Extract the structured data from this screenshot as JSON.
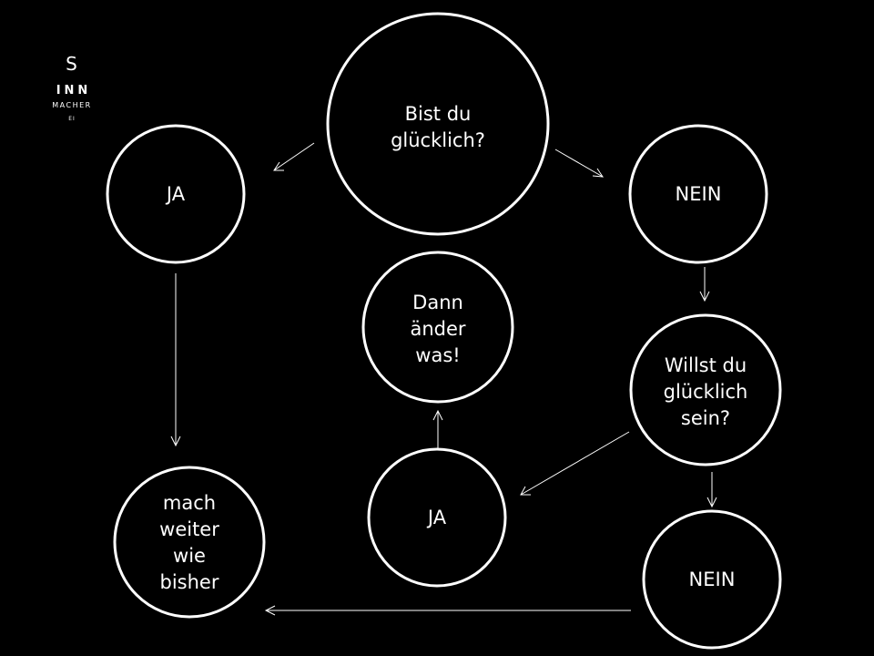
{
  "logo": {
    "line1": "S",
    "line2": "INN",
    "line3": "MACHER",
    "line4": "EI"
  },
  "nodes": {
    "start": {
      "lines": [
        "Bist du",
        "glücklich?"
      ]
    },
    "ja1": {
      "lines": [
        "JA"
      ]
    },
    "nein1": {
      "lines": [
        "NEIN"
      ]
    },
    "result_continue": {
      "lines": [
        "mach",
        "weiter",
        "wie",
        "bisher"
      ]
    },
    "question2": {
      "lines": [
        "Willst du",
        "glücklich",
        "sein?"
      ]
    },
    "result_change": {
      "lines": [
        "Dann",
        "änder",
        "was!"
      ]
    },
    "ja2": {
      "lines": [
        "JA"
      ]
    },
    "nein2": {
      "lines": [
        "NEIN"
      ]
    }
  },
  "colors": {
    "background": "#000000",
    "foreground": "#ffffff"
  }
}
